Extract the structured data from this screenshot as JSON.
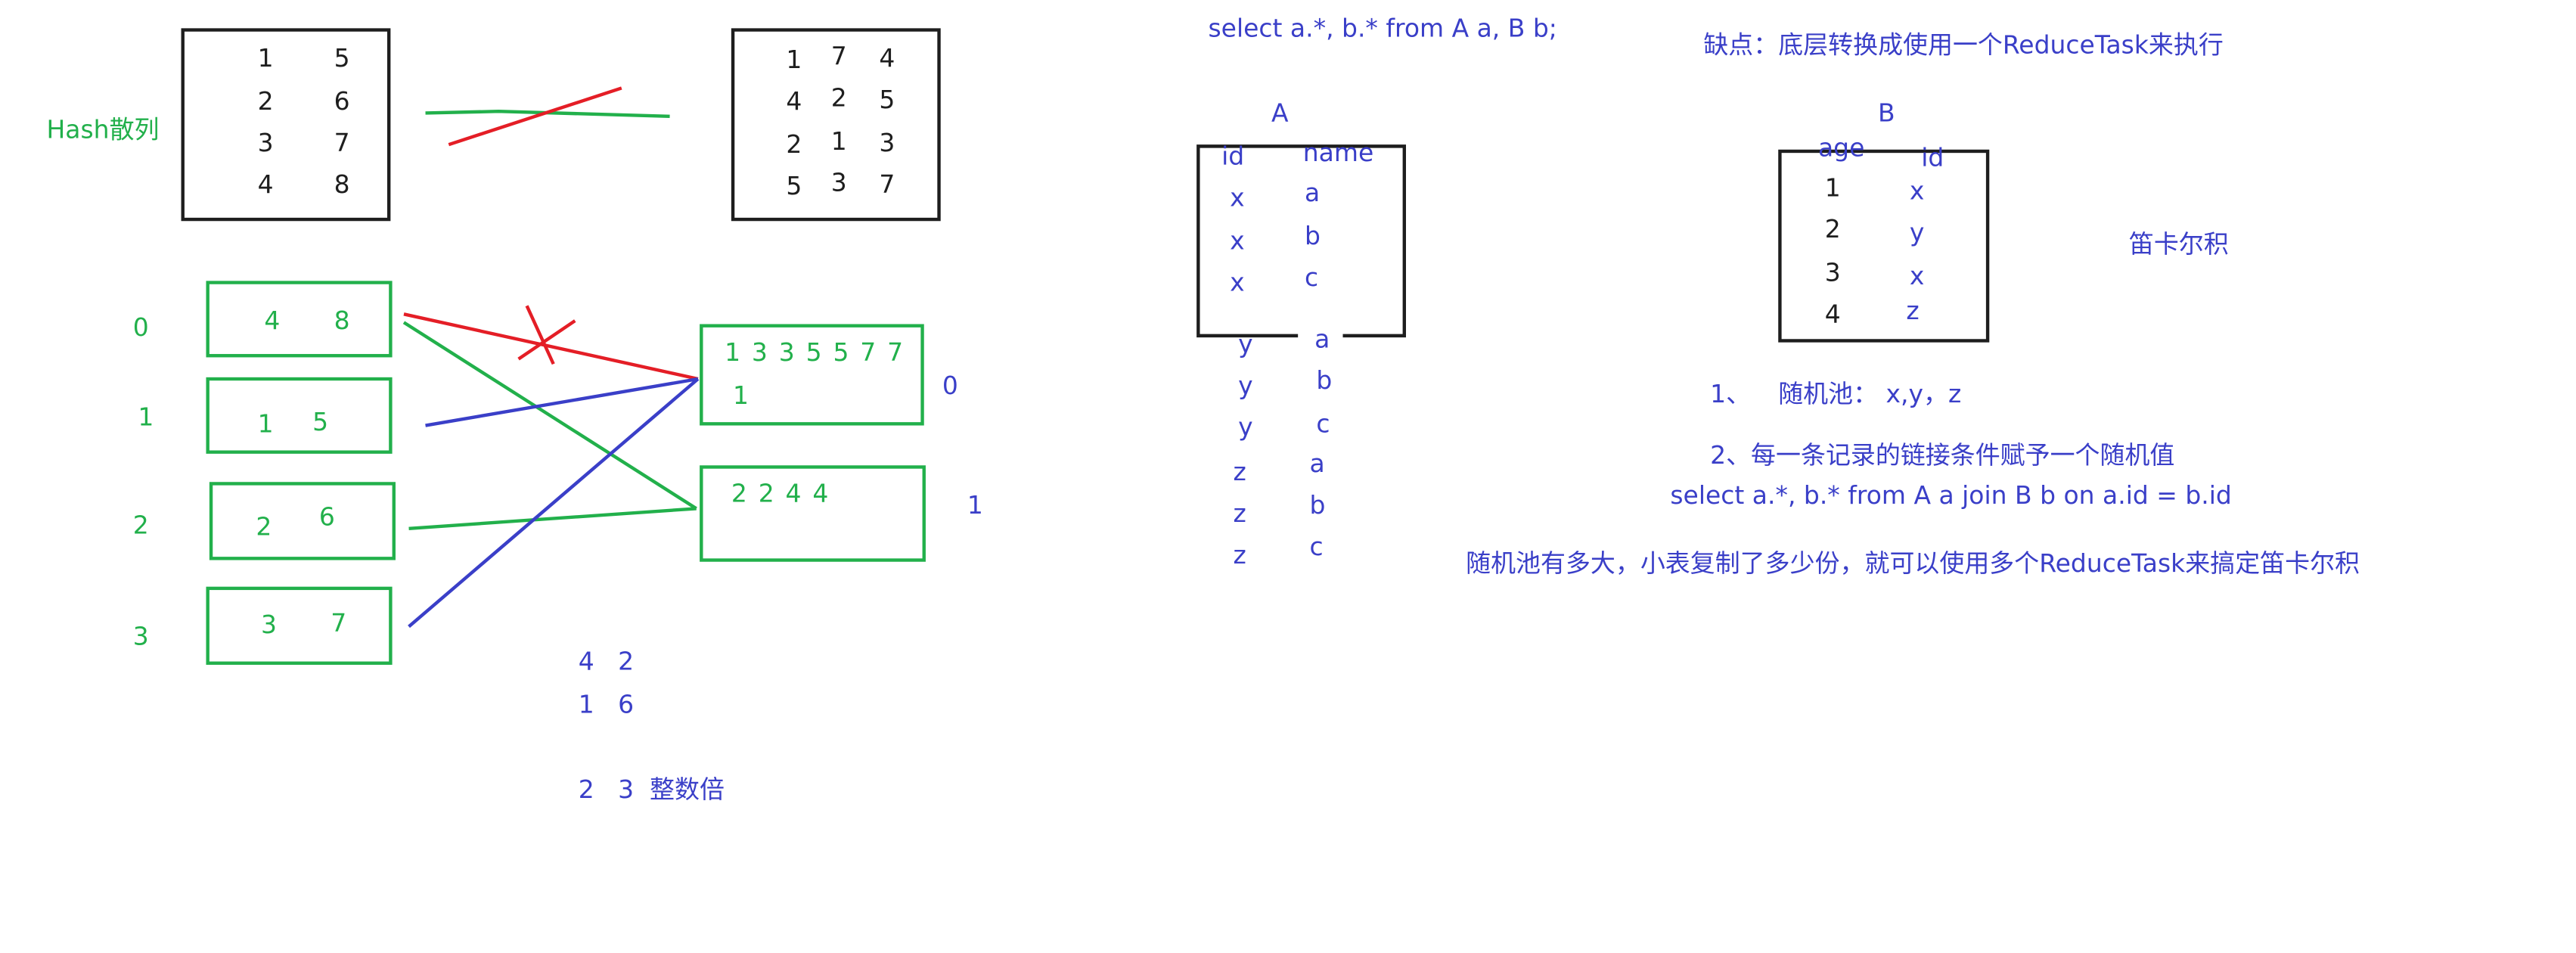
{
  "colors": {
    "black": "#1e1e1e",
    "green": "#22b04b",
    "blue": "#3a3fc8",
    "red": "#e41e26"
  },
  "left": {
    "hash_label": "Hash散列",
    "table1": {
      "rows": [
        [
          "1",
          "5"
        ],
        [
          "2",
          "6"
        ],
        [
          "3",
          "7"
        ],
        [
          "4",
          "8"
        ]
      ]
    },
    "table2": {
      "rows": [
        [
          "1",
          "7",
          "4"
        ],
        [
          "4",
          "2",
          "5"
        ],
        [
          "2",
          "1",
          "3"
        ],
        [
          "5",
          "3",
          "7"
        ]
      ]
    },
    "buckets": [
      {
        "index": "0",
        "values": [
          "4",
          "8"
        ]
      },
      {
        "index": "1",
        "values": [
          "1",
          "5"
        ]
      },
      {
        "index": "2",
        "values": [
          "2",
          "6"
        ]
      },
      {
        "index": "3",
        "values": [
          "3",
          "7"
        ]
      }
    ],
    "partitions": [
      {
        "index": "0",
        "line1": "1 3 3 5 5 7 7",
        "line2": "1"
      },
      {
        "index": "1",
        "line1": "2 2 4 4"
      }
    ],
    "notes": [
      "4   2",
      "1   6",
      "2   3  整数倍"
    ]
  },
  "right": {
    "sql_cartesian": "select a.*, b.* from A a, B b;",
    "drawback": "缺点：底层转换成使用一个ReduceTask来执行",
    "cartesian_label": "笛卡尔积",
    "tableA": {
      "title": "A",
      "headers": [
        "id",
        "name"
      ],
      "rows": [
        [
          "x",
          "a"
        ],
        [
          "x",
          "b"
        ],
        [
          "x",
          "c"
        ],
        [
          "y",
          "a"
        ],
        [
          "y",
          "b"
        ],
        [
          "y",
          "c"
        ],
        [
          "z",
          "a"
        ],
        [
          "z",
          "b"
        ],
        [
          "z",
          "c"
        ]
      ]
    },
    "tableB": {
      "title": "B",
      "headers": [
        "age",
        "id"
      ],
      "rows": [
        [
          "1",
          "x"
        ],
        [
          "2",
          "y"
        ],
        [
          "3",
          "x"
        ],
        [
          "4",
          "z"
        ]
      ]
    },
    "step1_num": "1、",
    "step1_text": "随机池：  x,y，z",
    "step2": "2、每一条记录的链接条件赋予一个随机值",
    "sql_join": "select a.*, b.* from A a join B b on a.id = b.id",
    "conclusion": "随机池有多大，小表复制了多少份，就可以使用多个ReduceTask来搞定笛卡尔积"
  }
}
